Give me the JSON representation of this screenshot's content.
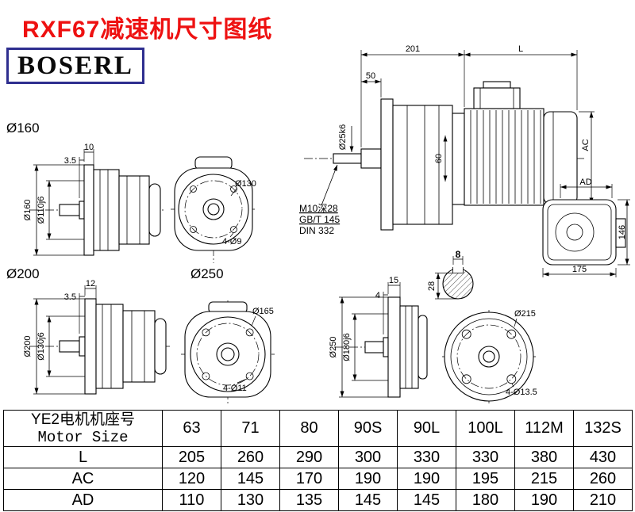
{
  "page": {
    "title": "RXF67减速机尺寸图纸",
    "brand": "BOSERL"
  },
  "labels": {
    "f160": "Ø160",
    "f200": "Ø200",
    "f250": "Ø250"
  },
  "assembly": {
    "dim_201": "201",
    "dim_l": "L",
    "dim_50": "50",
    "dim_shaft": "Ø25k6",
    "dim_60": "60",
    "dim_ac": "AC",
    "note_1": "M10深28",
    "note_2": "GB/T 145",
    "note_3": "DIN 332"
  },
  "motor_view": {
    "dim_ad": "AD",
    "dim_146": "146",
    "dim_175": "175"
  },
  "f160_side": {
    "dim_a": "10",
    "dim_b": "3.5",
    "dim_od": "Ø160",
    "dim_pilot": "Ø110j6"
  },
  "f160_front": {
    "dim_bolt_circle": "Ø130",
    "dim_holes": "4-Ø9"
  },
  "key_section": {
    "dim_width": "8",
    "dim_height": "28"
  },
  "f200_side": {
    "dim_a": "12",
    "dim_b": "3.5",
    "dim_od": "Ø200",
    "dim_pilot": "Ø130j6"
  },
  "f250_front_mid": {
    "dim_bolt_circle": "Ø165",
    "dim_holes": "4-Ø11"
  },
  "f250_side": {
    "dim_a": "15",
    "dim_b": "4",
    "dim_od": "Ø250",
    "dim_pilot": "Ø180j6"
  },
  "f250_front_right": {
    "dim_bolt_circle": "Ø215",
    "dim_holes": "4-Ø13.5"
  },
  "table": {
    "header": {
      "label_cn": "YE2电机机座号",
      "label_en": "Motor Size",
      "sizes": [
        "63",
        "71",
        "80",
        "90S",
        "90L",
        "100L",
        "112M",
        "132S"
      ]
    },
    "rows": [
      {
        "label": "L",
        "values": [
          "205",
          "260",
          "290",
          "300",
          "330",
          "330",
          "380",
          "430"
        ]
      },
      {
        "label": "AC",
        "values": [
          "120",
          "145",
          "170",
          "190",
          "190",
          "195",
          "215",
          "260"
        ]
      },
      {
        "label": "AD",
        "values": [
          "110",
          "130",
          "135",
          "145",
          "145",
          "180",
          "190",
          "210"
        ]
      }
    ]
  }
}
